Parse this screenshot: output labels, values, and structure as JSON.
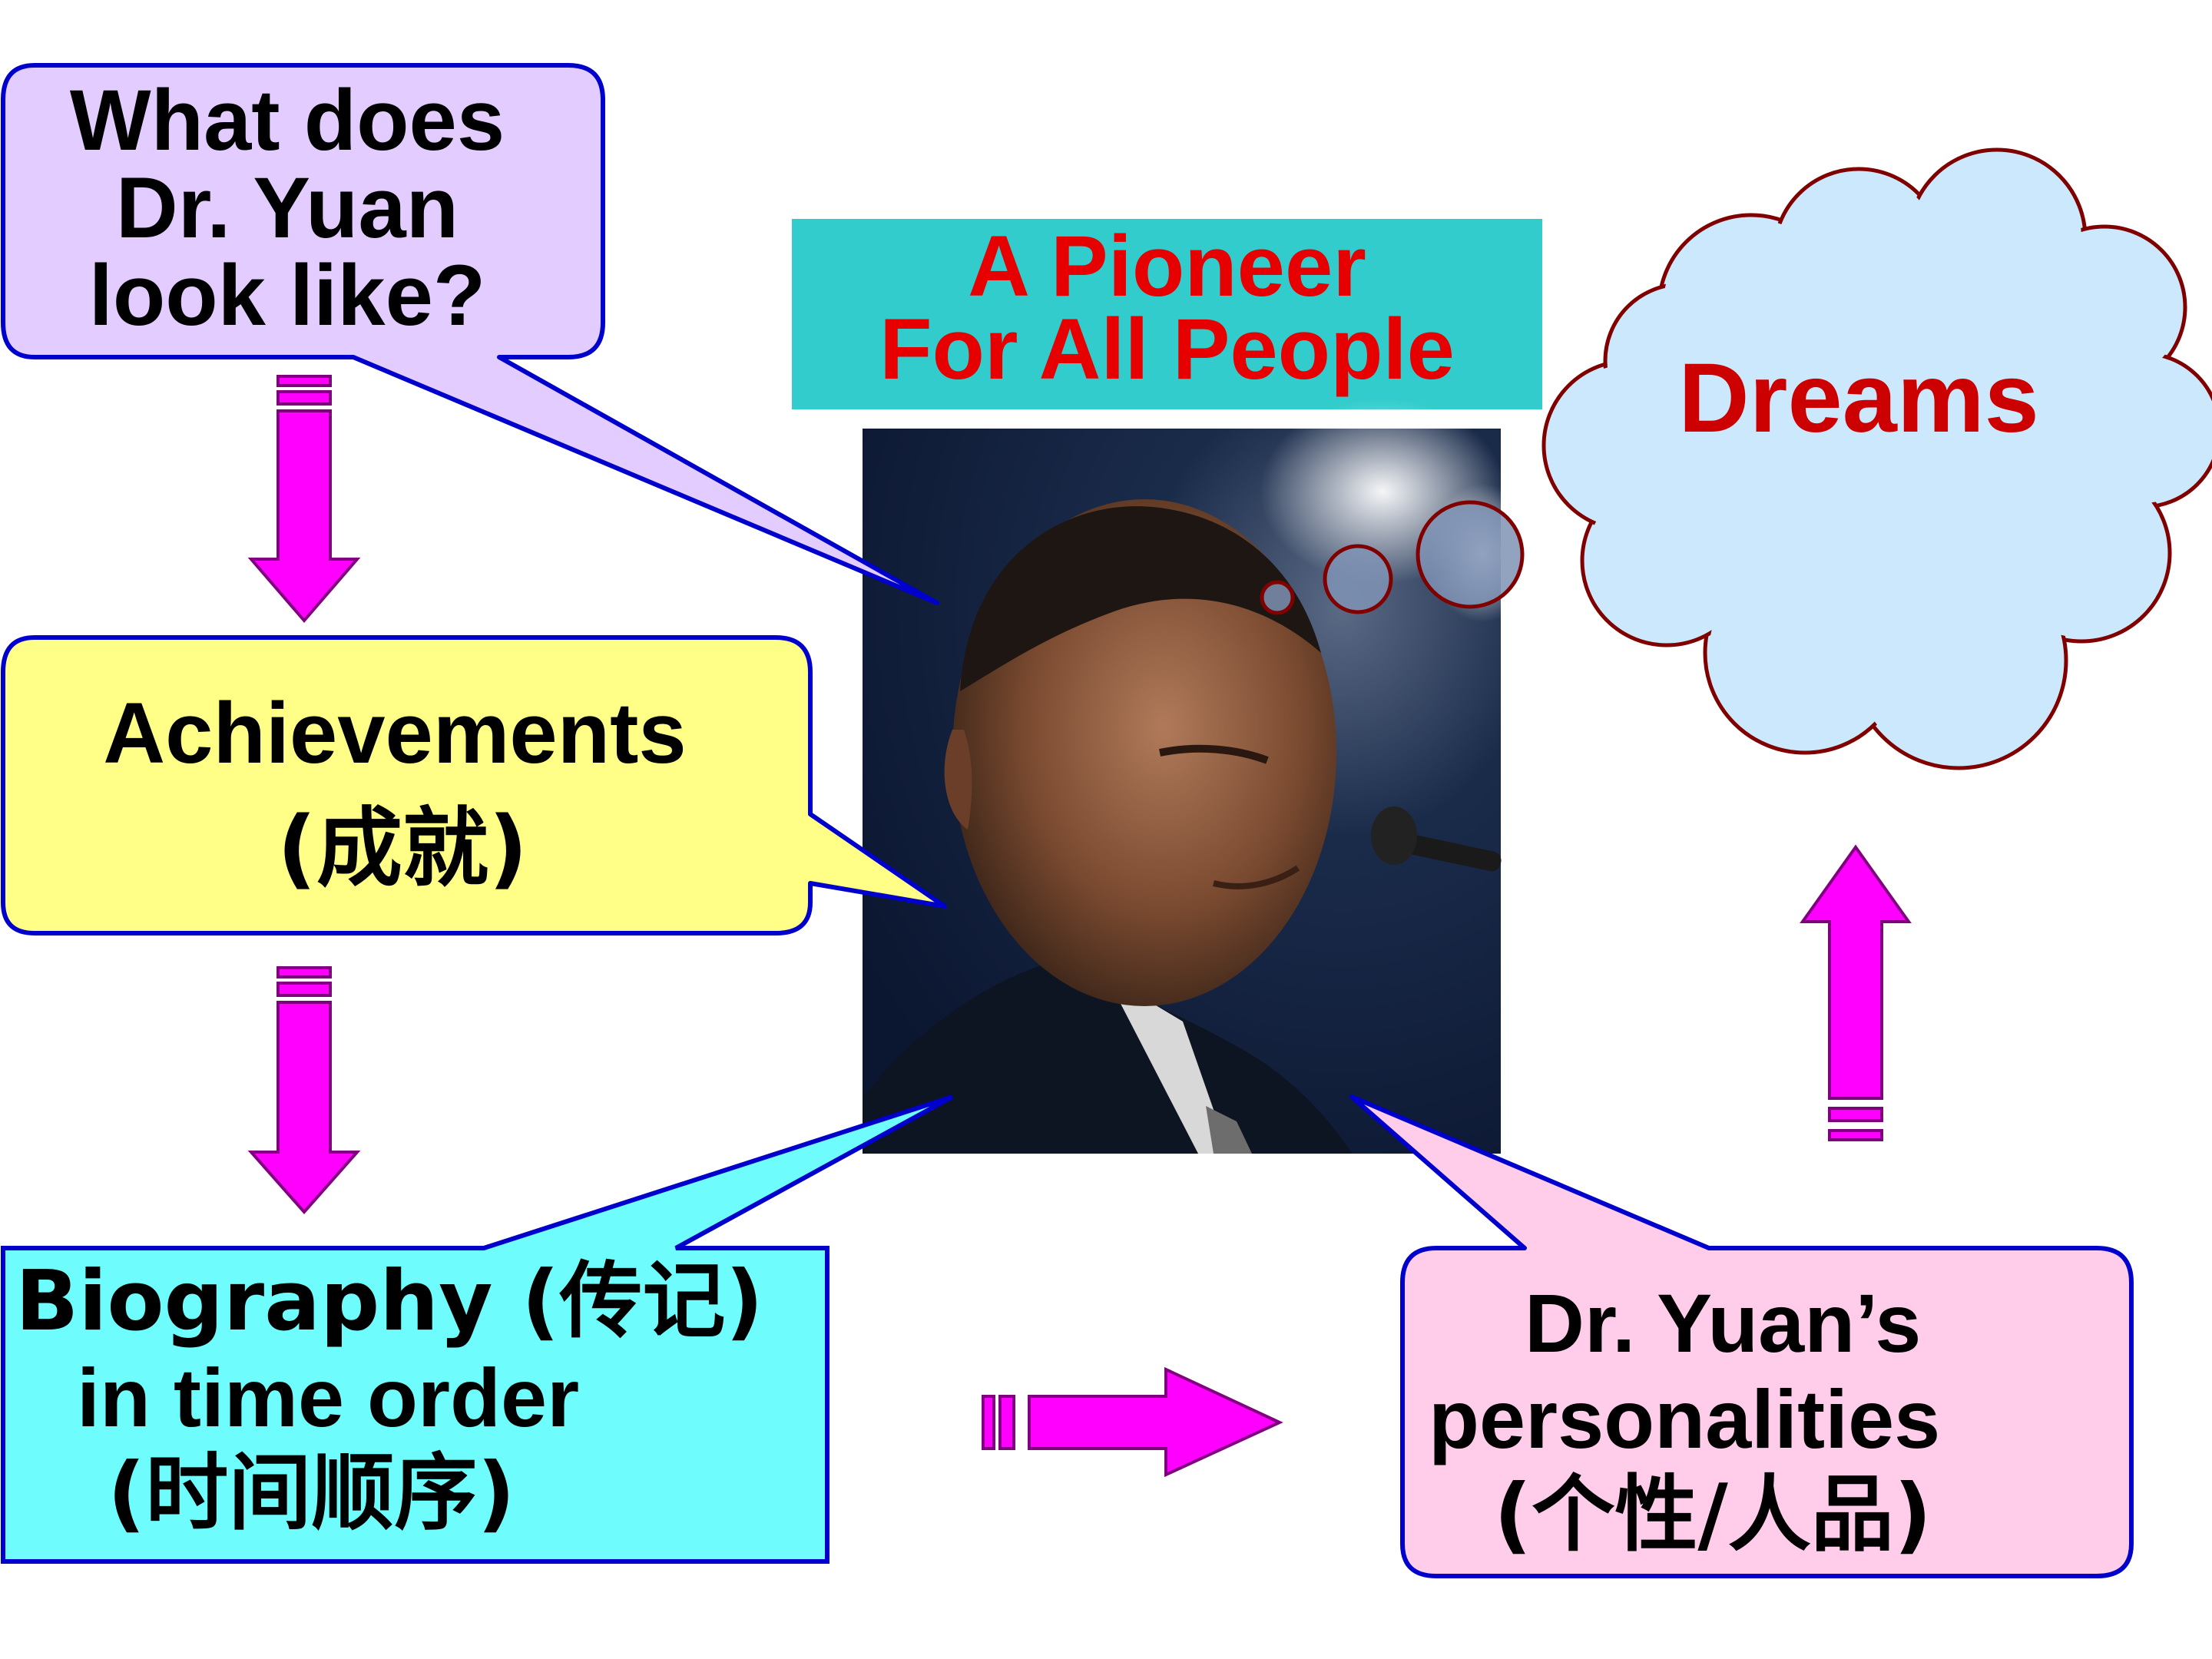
{
  "title": {
    "line1": "A Pioneer",
    "line2": "For All People",
    "bg_color": "#33cccc",
    "text_color": "#e60000"
  },
  "photo": {
    "icon": "portrait-photo-icon"
  },
  "bubbles": {
    "appearance": {
      "line1": "What does",
      "line2": "Dr. Yuan",
      "line3": "look like?",
      "fill": "#e3ccff",
      "stroke": "#0000cc"
    },
    "achievements": {
      "line1": "Achievements",
      "line2": "(成就)",
      "fill": "#ffff88",
      "stroke": "#0000cc"
    },
    "biography": {
      "line1": "Biography (传记)",
      "line2": "in time order",
      "line3": "(时间顺序)",
      "fill": "#6ffcfc",
      "stroke": "#0000cc"
    },
    "personalities": {
      "line1": "Dr. Yuan’s",
      "line2": "personalities",
      "line3": "(个性/人品)",
      "fill": "#ffccea",
      "stroke": "#0000cc"
    }
  },
  "cloud": {
    "label": "Dreams",
    "fill": "#cce8fc",
    "stroke": "#800000",
    "text_color": "#cc0000"
  },
  "arrows": {
    "color": "#ff00ff",
    "icon": "block-arrow-icon"
  }
}
